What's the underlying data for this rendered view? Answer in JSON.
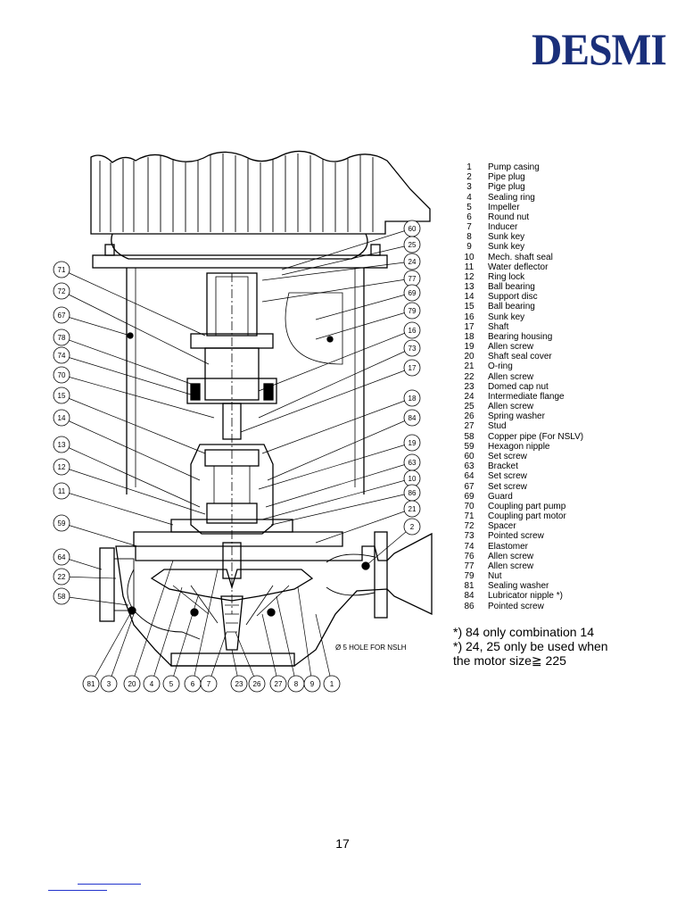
{
  "header": {
    "logo_text": "DESMI"
  },
  "colors": {
    "brand": "#1a2f7a",
    "line": "#000000",
    "link": "#2233cc"
  },
  "drawing": {
    "callouts_left": [
      "71",
      "72",
      "67",
      "78",
      "74",
      "70",
      "15",
      "14",
      "13",
      "12",
      "11",
      "59",
      "64",
      "22",
      "58"
    ],
    "callouts_right": [
      "60",
      "25",
      "24",
      "77",
      "69",
      "79",
      "16",
      "73",
      "17",
      "18",
      "84",
      "19",
      "63",
      "10",
      "86",
      "21",
      "2"
    ],
    "callouts_bottom": [
      "81",
      "3",
      "20",
      "4",
      "5",
      "6",
      "7",
      "23",
      "26",
      "27",
      "8",
      "9",
      "1"
    ],
    "hole_note": "Ø 5 HOLE FOR NSLH"
  },
  "parts": [
    {
      "no": "1",
      "name": "Pump casing"
    },
    {
      "no": "2",
      "name": "Pipe plug"
    },
    {
      "no": "3",
      "name": "Pige plug"
    },
    {
      "no": "4",
      "name": "Sealing ring"
    },
    {
      "no": "5",
      "name": "Impeller"
    },
    {
      "no": "6",
      "name": "Round nut"
    },
    {
      "no": "7",
      "name": "Inducer"
    },
    {
      "no": "8",
      "name": "Sunk key"
    },
    {
      "no": "9",
      "name": "Sunk key"
    },
    {
      "no": "10",
      "name": "Mech. shaft seal"
    },
    {
      "no": "11",
      "name": "Water deflector"
    },
    {
      "no": "12",
      "name": "Ring lock"
    },
    {
      "no": "13",
      "name": "Ball bearing"
    },
    {
      "no": "14",
      "name": "Support disc"
    },
    {
      "no": "15",
      "name": "Ball bearing"
    },
    {
      "no": "16",
      "name": "Sunk key"
    },
    {
      "no": "17",
      "name": "Shaft"
    },
    {
      "no": "18",
      "name": "Bearing housing"
    },
    {
      "no": "19",
      "name": "Allen screw"
    },
    {
      "no": "20",
      "name": "Shaft seal cover"
    },
    {
      "no": "21",
      "name": "O-ring"
    },
    {
      "no": "22",
      "name": "Allen screw"
    },
    {
      "no": "23",
      "name": "Domed cap nut"
    },
    {
      "no": "24",
      "name": "Intermediate flange"
    },
    {
      "no": "25",
      "name": "Allen screw"
    },
    {
      "no": "26",
      "name": "Spring washer"
    },
    {
      "no": "27",
      "name": "Stud"
    },
    {
      "no": "58",
      "name": "Copper pipe (For NSLV)"
    },
    {
      "no": "59",
      "name": "Hexagon nipple"
    },
    {
      "no": "60",
      "name": "Set screw"
    },
    {
      "no": "63",
      "name": "Bracket"
    },
    {
      "no": "64",
      "name": "Set screw"
    },
    {
      "no": "67",
      "name": "Set screw"
    },
    {
      "no": "69",
      "name": "Guard"
    },
    {
      "no": "70",
      "name": "Coupling part pump"
    },
    {
      "no": "71",
      "name": "Coupling part motor"
    },
    {
      "no": "72",
      "name": "Spacer"
    },
    {
      "no": "73",
      "name": "Pointed screw"
    },
    {
      "no": "74",
      "name": "Elastomer"
    },
    {
      "no": "76",
      "name": "Allen screw"
    },
    {
      "no": "77",
      "name": "Allen screw"
    },
    {
      "no": "79",
      "name": "Nut"
    },
    {
      "no": "81",
      "name": "Sealing washer"
    },
    {
      "no": "84",
      "name": "Lubricator nipple *)"
    },
    {
      "no": "86",
      "name": "Pointed screw"
    }
  ],
  "notes": [
    "*) 84 only combination 14",
    "*) 24, 25 only be used when",
    "the motor size≧ 225"
  ],
  "footer": {
    "page_number": "17"
  }
}
